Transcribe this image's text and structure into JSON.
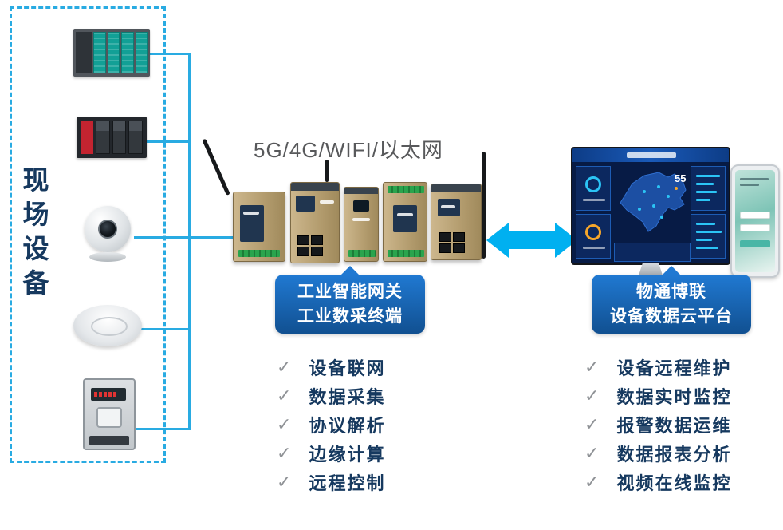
{
  "icons": {
    "check": "✓"
  },
  "left_panel": {
    "label": "现场设备",
    "devices": [
      "plc-rack",
      "plc-module",
      "ip-camera",
      "smoke-detector",
      "energy-meter"
    ]
  },
  "gateway": {
    "connectivity_label": "5G/4G/WIFI/以太网",
    "callout": {
      "line1": "工业智能网关",
      "line2": "工业数采终端"
    },
    "features": [
      "设备联网",
      "数据采集",
      "协议解析",
      "边缘计算",
      "远程控制"
    ]
  },
  "cloud": {
    "callout": {
      "line1": "物通博联",
      "line2": "设备数据云平台"
    },
    "features": [
      "设备远程维护",
      "数据实时监控",
      "报警数据运维",
      "数据报表分析",
      "视频在线监控"
    ],
    "dashboard_stat": "55"
  },
  "colors": {
    "accent_blue": "#29abe2",
    "callout_blue": "#1565c0",
    "arrow_cyan": "#00b0f0",
    "navy_text": "#16395f"
  }
}
